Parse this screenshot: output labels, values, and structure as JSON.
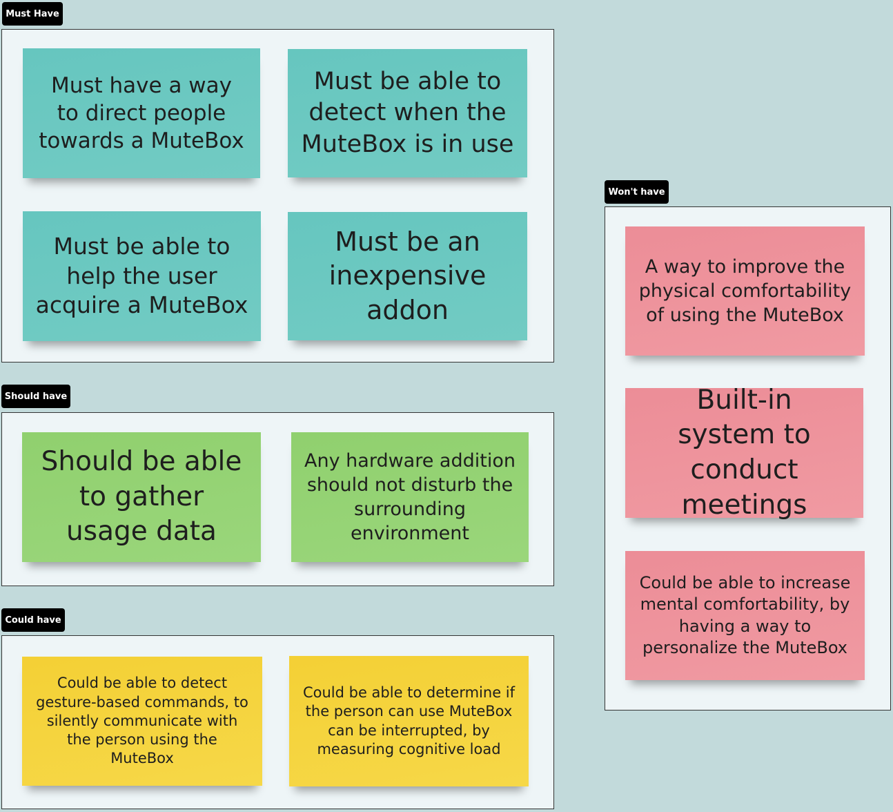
{
  "colors": {
    "teal": "#6cc8c0",
    "green": "#95d374",
    "yellow": "#f5d43a",
    "pink": "#ef929b",
    "background": "#c2dadb",
    "frame": "#eef5f7"
  },
  "must_have": {
    "label": "Must Have",
    "notes": [
      "Must have a way to direct people towards a MuteBox",
      "Must be able to detect when the MuteBox is in use",
      "Must be able to help the user acquire a MuteBox",
      "Must be an inexpensive addon"
    ]
  },
  "should_have": {
    "label": "Should have",
    "notes": [
      "Should be able to gather usage data",
      "Any hardware addition should not disturb the surrounding environment"
    ]
  },
  "could_have": {
    "label": "Could have",
    "notes": [
      "Could be able to detect gesture-based commands, to silently communicate with the person using the MuteBox",
      "Could be able to determine if the person can use MuteBox can be interrupted, by measuring cognitive load"
    ]
  },
  "wont_have": {
    "label": "Won't have",
    "notes": [
      "A way to improve the physical comfortability of using the MuteBox",
      "Built-in system to conduct meetings",
      "Could be able to increase mental comfortability, by having a way to personalize the MuteBox"
    ]
  }
}
